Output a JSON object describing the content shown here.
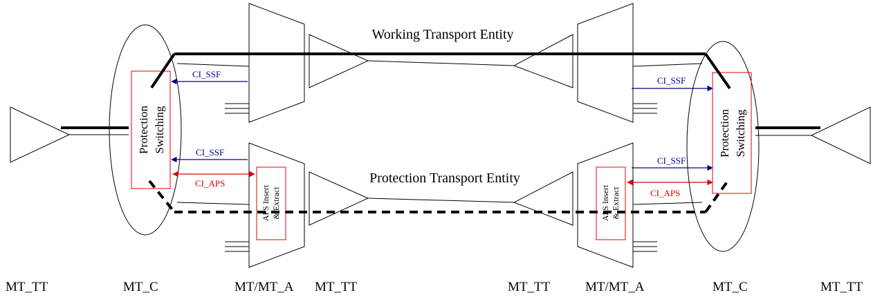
{
  "titles": {
    "working": "Working Transport Entity",
    "protection": "Protection Transport Entity"
  },
  "blocks": {
    "protection_switching_line1": "Protection",
    "protection_switching_line2": "Switching",
    "aps_line1": "APS Insert",
    "aps_line2": "& Extract"
  },
  "signals": {
    "ci_ssf": "CI_SSF",
    "ci_aps": "CI_APS"
  },
  "bottom_labels": [
    "MT_TT",
    "MT_C",
    "MT/MT_A",
    "MT_TT",
    "MT_TT",
    "MT/MT_A",
    "MT_C",
    "MT_TT"
  ],
  "colors": {
    "signal_blue": "#00008b",
    "aps_red": "#e00000",
    "line": "#000000"
  }
}
